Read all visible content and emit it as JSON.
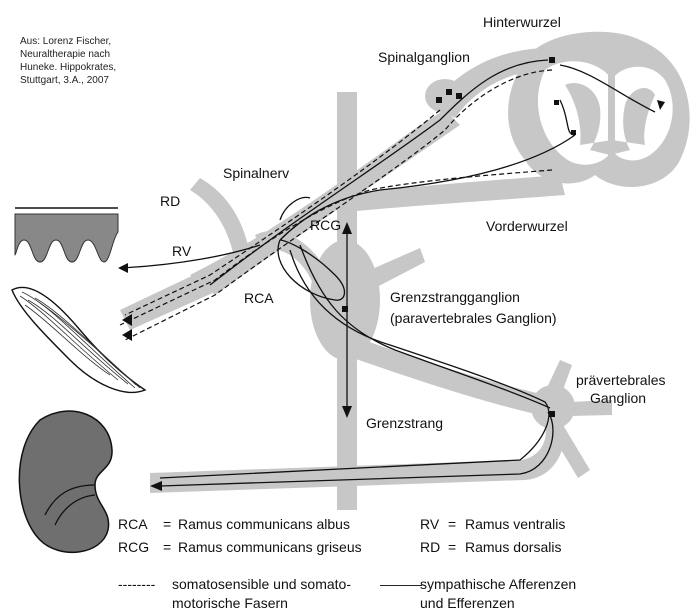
{
  "source_note": [
    "Aus: Lorenz Fischer,",
    "Neuraltherapie nach",
    "Huneke. Hippokrates,",
    "Stuttgart, 3.A., 2007"
  ],
  "labels": {
    "hinterwurzel": "Hinterwurzel",
    "spinalganglion": "Spinalganglion",
    "spinalnerv": "Spinalnerv",
    "rd": "RD",
    "rv": "RV",
    "rcg": "RCG",
    "rca": "RCA",
    "vorderwurzel": "Vorderwurzel",
    "grenzstrangganglion_1": "Grenzstrangganglion",
    "grenzstrangganglion_2": "(paravertebrales Ganglion)",
    "grenzstrang": "Grenzstrang",
    "praevertebrales_1": "prävertebrales",
    "praevertebrales_2": "Ganglion"
  },
  "abbreviations": [
    {
      "abbr": "RCA",
      "eq": "=",
      "full": "Ramus communicans albus"
    },
    {
      "abbr": "RCG",
      "eq": "=",
      "full": "Ramus communicans griseus"
    },
    {
      "abbr": "RV",
      "eq": "=",
      "full": "Ramus ventralis"
    },
    {
      "abbr": "RD",
      "eq": "=",
      "full": "Ramus dorsalis"
    }
  ],
  "legend": {
    "dashed_symbol": "--------",
    "dashed_line1": "somatosensible und somato-",
    "dashed_line2": "motorische Fasern",
    "solid_symbol": "———",
    "solid_line1": "sympathische Afferenzen",
    "solid_line2": "und Efferenzen"
  },
  "colors": {
    "structure_gray": "#c7c7c7",
    "fiber": "#111111",
    "organ_dark": "#6f6f6f"
  }
}
